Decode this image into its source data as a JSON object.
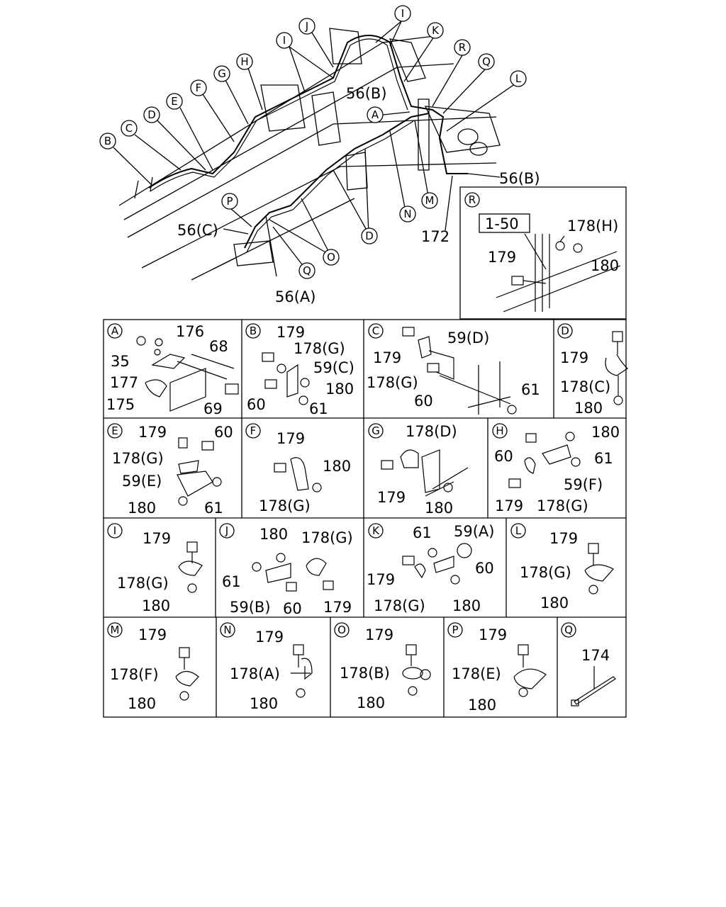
{
  "main_view": {
    "callouts": [
      "B",
      "C",
      "D",
      "E",
      "F",
      "G",
      "H",
      "I",
      "J",
      "I",
      "K",
      "R",
      "Q",
      "L",
      "A",
      "P",
      "D",
      "N",
      "M",
      "O",
      "Q"
    ],
    "part_labels": [
      "56(B)",
      "56(B)",
      "56(C)",
      "56(A)",
      "172"
    ]
  },
  "detail_r": {
    "letter": "R",
    "ref_box": "1-50",
    "labels": [
      "178(H)",
      "179",
      "180"
    ]
  },
  "cells": [
    {
      "letter": "A",
      "labels": [
        "176",
        "35",
        "68",
        "177",
        "175",
        "69"
      ]
    },
    {
      "letter": "B",
      "labels": [
        "179",
        "178(G)",
        "59(C)",
        "180",
        "60",
        "61"
      ]
    },
    {
      "letter": "C",
      "labels": [
        "59(D)",
        "179",
        "178(G)",
        "60",
        "61"
      ]
    },
    {
      "letter": "D",
      "labels": [
        "179",
        "178(C)",
        "180"
      ]
    },
    {
      "letter": "E",
      "labels": [
        "179",
        "60",
        "178(G)",
        "59(E)",
        "180",
        "61"
      ]
    },
    {
      "letter": "F",
      "labels": [
        "179",
        "180",
        "178(G)"
      ]
    },
    {
      "letter": "G",
      "labels": [
        "178(D)",
        "179",
        "180"
      ]
    },
    {
      "letter": "H",
      "labels": [
        "180",
        "60",
        "61",
        "59(F)",
        "179",
        "178(G)"
      ]
    },
    {
      "letter": "I",
      "labels": [
        "179",
        "178(G)",
        "180"
      ]
    },
    {
      "letter": "J",
      "labels": [
        "180",
        "178(G)",
        "61",
        "59(B)",
        "60",
        "179"
      ]
    },
    {
      "letter": "K",
      "labels": [
        "61",
        "59(A)",
        "60",
        "179",
        "178(G)",
        "180"
      ]
    },
    {
      "letter": "L",
      "labels": [
        "179",
        "178(G)",
        "180"
      ]
    },
    {
      "letter": "M",
      "labels": [
        "179",
        "178(F)",
        "180"
      ]
    },
    {
      "letter": "N",
      "labels": [
        "179",
        "178(A)",
        "180"
      ]
    },
    {
      "letter": "O",
      "labels": [
        "179",
        "178(B)",
        "180"
      ]
    },
    {
      "letter": "P",
      "labels": [
        "179",
        "178(E)",
        "180"
      ]
    },
    {
      "letter": "Q",
      "labels": [
        "174"
      ]
    }
  ]
}
